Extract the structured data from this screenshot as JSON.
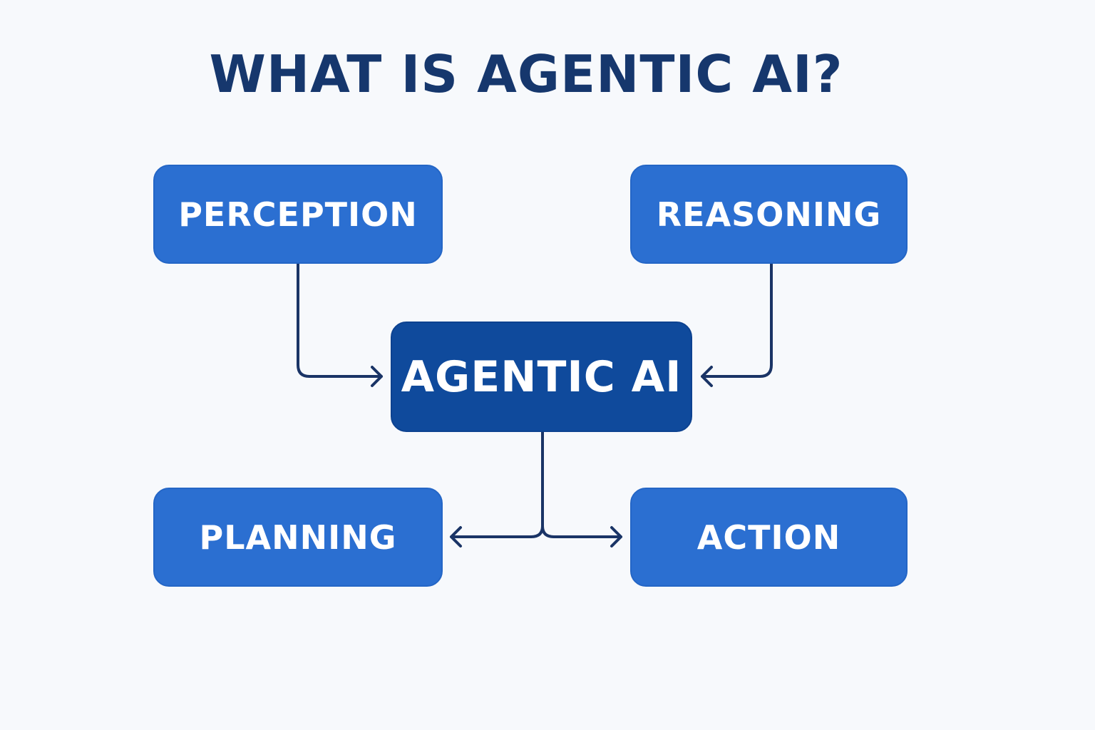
{
  "title": "WHAT IS AGENTIC AI?",
  "nodes": {
    "perception": "PERCEPTION",
    "reasoning": "REASONING",
    "center": "AGENTIC AI",
    "planning": "PLANNING",
    "action": "ACTION"
  },
  "colors": {
    "box": "#2b6fd1",
    "center": "#0f4a9c",
    "line": "#1a3466",
    "title": "#16376d"
  }
}
